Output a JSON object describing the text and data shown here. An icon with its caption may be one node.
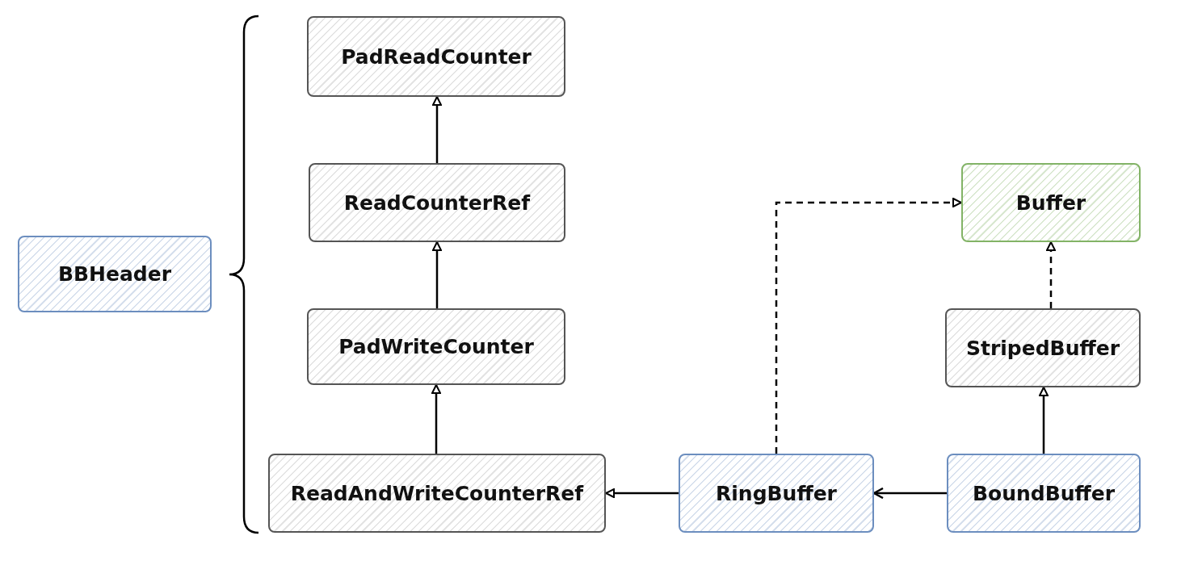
{
  "diagram": {
    "nodes": [
      {
        "text": [
          "BBHeader"
        ]
      },
      {
        "text": [
          "PadReadCounter"
        ]
      },
      {
        "text": [
          "ReadCounterRef"
        ]
      },
      {
        "text": [
          "PadWriteCounter"
        ]
      },
      {
        "text": [
          "ReadAndWriteCounterRef"
        ]
      },
      {
        "text": [
          "RingBuffer"
        ]
      },
      {
        "text": [
          "Buffer"
        ]
      },
      {
        "text": [
          "StripedBuffer"
        ]
      },
      {
        "text": [
          "BoundBuffer"
        ]
      }
    ],
    "edges": [
      {
        "from": 2,
        "to": 1,
        "arrow": "to"
      },
      {
        "from": 3,
        "to": 2,
        "arrow": "to"
      },
      {
        "from": 4,
        "to": 3,
        "arrow": "to"
      },
      {
        "from": 5,
        "to": 4,
        "arrow": "to"
      },
      {
        "from": 5,
        "to": 6,
        "arrow": "to",
        "style": "dashed"
      },
      {
        "from": 7,
        "to": 6,
        "arrow": "to",
        "style": "dashed"
      },
      {
        "from": 8,
        "to": 7,
        "arrow": "to"
      },
      {
        "from": 8,
        "to": 5,
        "arrow": "to"
      }
    ]
  }
}
